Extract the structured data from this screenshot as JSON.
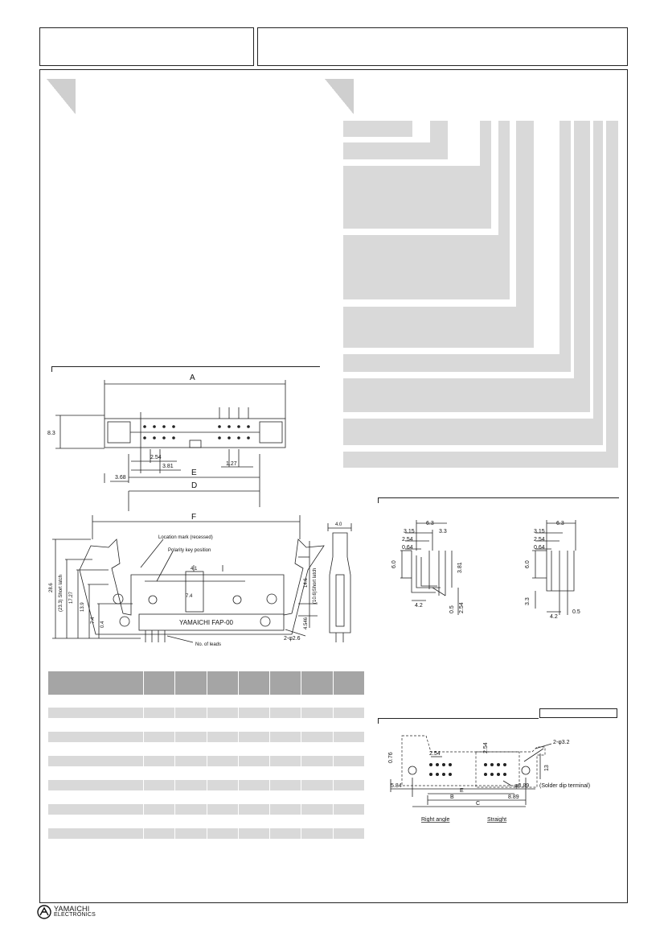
{
  "drawing_main": {
    "dim_A": "A",
    "dim_E": "E",
    "dim_D": "D",
    "dim_F": "F",
    "h_8_3": "8.3",
    "p_2_54": "2.54",
    "p_3_81": "3.81",
    "p_1_27": "1.27",
    "p_3_68": "3.68",
    "v_4_1": "4.1",
    "v_7_4b": "7.4",
    "location_mark": "Location mark (recessed)",
    "polarity_key": "Polarity key position",
    "part_label": "YAMAICHI  FAP-00",
    "no_of_leads": "No. of leads",
    "holes": "2-φ2.6",
    "h_28_6": "28.6",
    "h_23_3": "(23.3) Short latch",
    "h_17_27": "17.27",
    "h_13_9": "13.9",
    "h_7_4": "7.4",
    "h_0_4": "0.4",
    "h_14_6": "14.6",
    "h_4_546": "4.546",
    "h_10_6": "(10.6)Short latch",
    "w_4_0": "4.0"
  },
  "drawing_angle": {
    "d6_3": "6.3",
    "d3_15": "3.15",
    "d3_3": "3.3",
    "d2_54": "2.54",
    "d0_64": "0.64",
    "d6_0": "6.0",
    "d3_81": "3.81",
    "d4_2": "4.2",
    "d0_5": "0.5",
    "d2_54v": "2.54"
  },
  "drawing_straight": {
    "d6_3": "6.3",
    "d3_15": "3.15",
    "d2_54": "2.54",
    "d0_64": "0.64",
    "d6_0": "6.0",
    "d3_3": "3.3",
    "d4_2": "4.2",
    "d0_5": "0.5"
  },
  "drawing_pcb": {
    "holes": "2-φ3.2",
    "d0_76": "0.76",
    "d2_54h": "2.54",
    "d2_54v": "2.54",
    "d13": "13",
    "d0_89": "φ0.89",
    "solder_note": "(Solder dip terminal)",
    "d5_84": "5.84",
    "dE": "E",
    "dB": "B",
    "d8_89": "8.89",
    "dC": "C",
    "right_angle": "Right angle",
    "straight": "Straight"
  },
  "footer": {
    "brand_1": "YAMAICHI",
    "brand_2": "ELECTRONICS"
  }
}
